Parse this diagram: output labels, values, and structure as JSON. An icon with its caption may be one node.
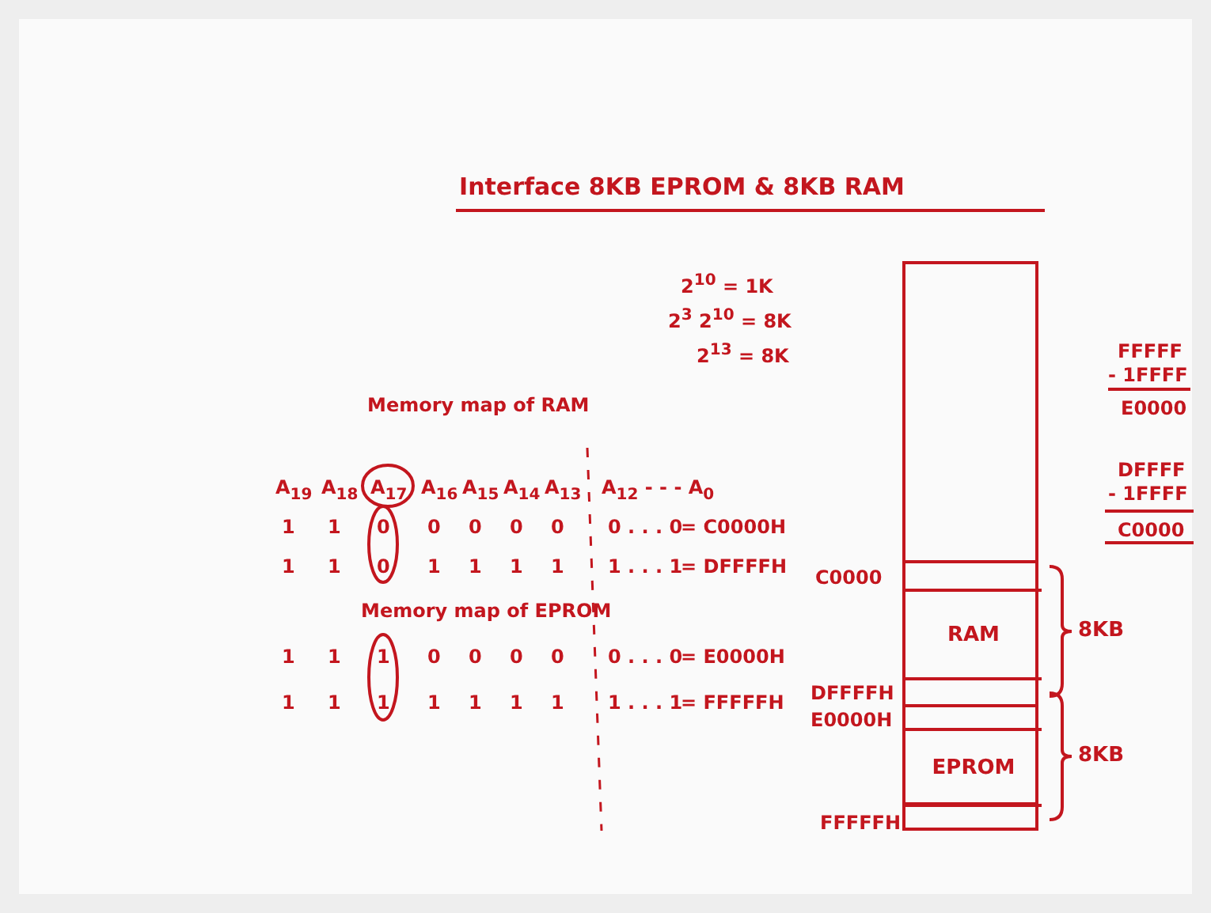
{
  "diagram": {
    "title": "Interface 8KB EPROM & 8KB RAM",
    "nodes": [
      {
        "text": [],
        "shape": "box"
      },
      {
        "text": [
          "RAM"
        ],
        "in": 0,
        "beside": [
          "8KB"
        ]
      },
      {
        "text": [
          "EPROM"
        ],
        "in": 0,
        "beside": [
          "8KB"
        ]
      }
    ],
    "edges": [],
    "labels": [
      "2$^{10}$ = 1K",
      "2$^{3}$ 2$^{10}$ = 8K",
      "2$^{13}$ = 8K",
      "FFFFF",
      "- 1FFFF",
      "E0000",
      "DFFFF",
      "- 1FFFF",
      "C0000",
      "Memory map of RAM",
      "A$_{19}$",
      "A$_{18}$",
      "A$_{17}$",
      "A$_{16}$",
      "A$_{15}$",
      "A$_{14}$",
      "A$_{13}$",
      "A$_{12}$ - - - A$_{0}$",
      "1",
      "1",
      "0",
      "0",
      "0",
      "0",
      "0",
      "0 . . . 0",
      "= C0000H",
      "1",
      "1",
      "0",
      "1",
      "1",
      "1",
      "1",
      "1 . . . 1",
      "= DFFFFH",
      "C0000",
      "Memory map of EPROM",
      "1",
      "1",
      "1",
      "0",
      "0",
      "0",
      "0",
      "0 . . . 0",
      "= E0000H",
      "1",
      "1",
      "1",
      "1",
      "1",
      "1",
      "1",
      "1 . . . 1",
      "= FFFFFH",
      "DFFFFH",
      "E0000H",
      "FFFFFH"
    ]
  }
}
